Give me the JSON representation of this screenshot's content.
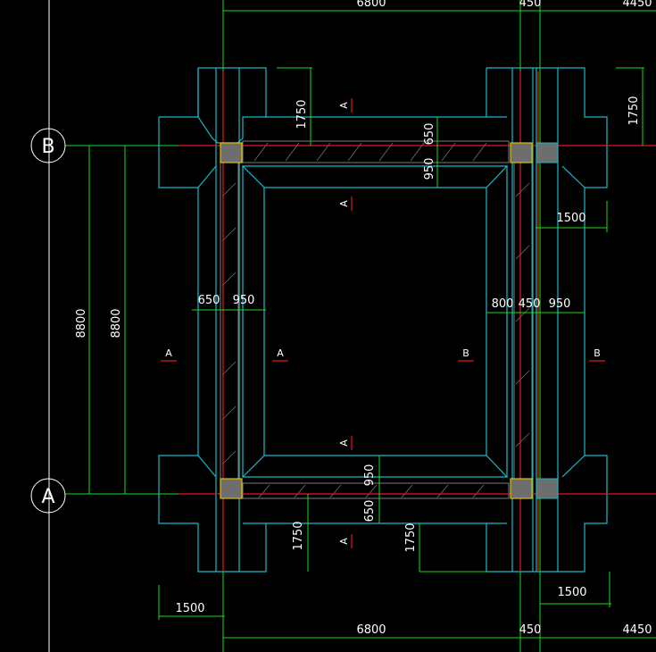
{
  "axes": {
    "b": "B",
    "a": "A"
  },
  "dimensions": {
    "top_6800": "6800",
    "top_450": "450",
    "top_4450": "4450",
    "bottom_6800": "6800",
    "bottom_450": "450",
    "bottom_4450": "4450",
    "left_8800_outer": "8800",
    "left_8800_inner": "8800",
    "top_left_1750": "1750",
    "top_right_1750": "1750",
    "top_650": "650",
    "top_950": "950",
    "right_1500_top": "1500",
    "bottom_1500_right": "1500",
    "bottom_1500_left": "1500",
    "left_650": "650",
    "left_950": "950",
    "right_800": "800",
    "right_450": "450",
    "right_950": "950",
    "bottom_950": "950",
    "bottom_650": "650",
    "bottom_left_1750": "1750",
    "bottom_mid_1750": "1750"
  },
  "section_marks": {
    "top_1": "A",
    "top_2": "A",
    "bottom_1": "A",
    "bottom_2": "A",
    "left_1": "A",
    "left_2": "A",
    "right_1": "B",
    "right_2": "B"
  }
}
